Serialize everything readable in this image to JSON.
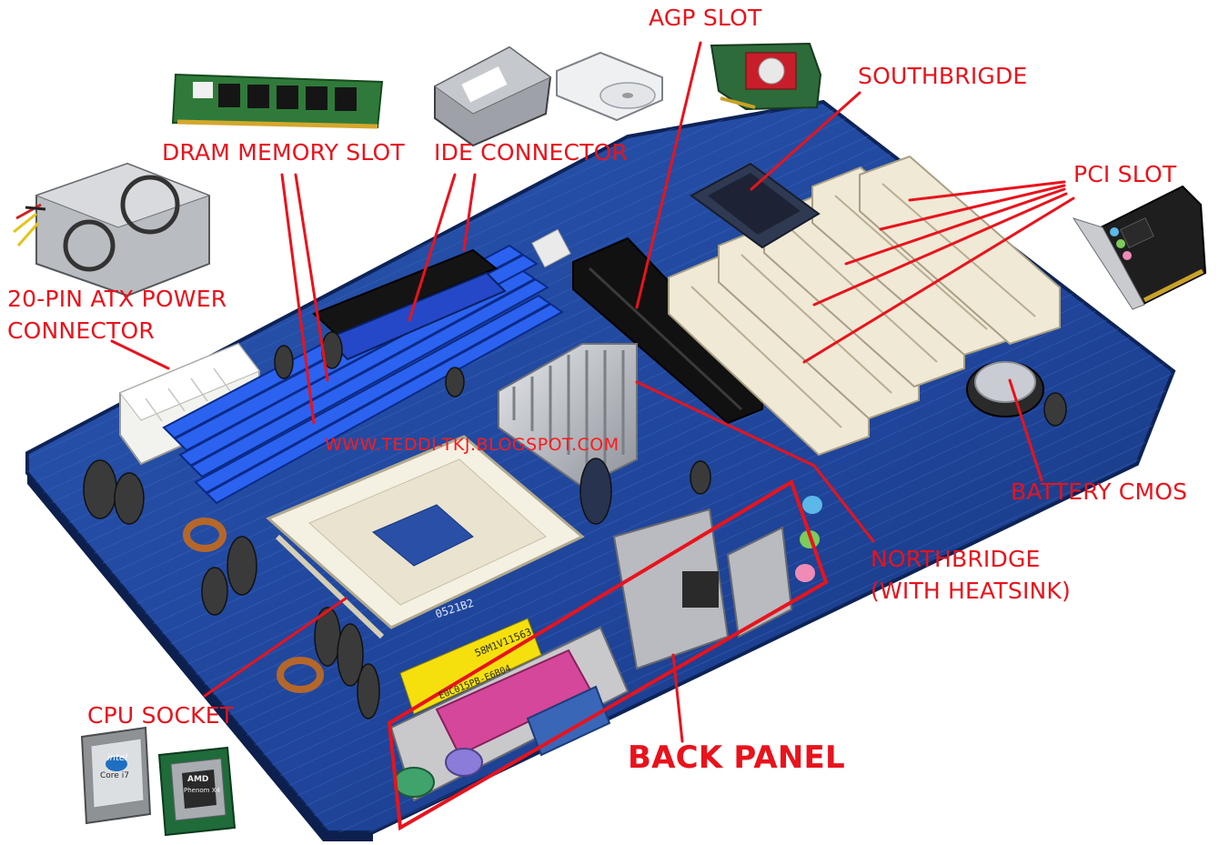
{
  "labels": {
    "agp_slot": "AGP SLOT",
    "southbridge": "SOUTHBRIGDE",
    "dram_memory_slot": "DRAM MEMORY SLOT",
    "ide_connector": "IDE CONNECTOR",
    "pci_slot": "PCI SLOT",
    "atx_power_line1": "20-PIN ATX POWER",
    "atx_power_line2": "CONNECTOR",
    "battery_cmos": "BATTERY CMOS",
    "northbridge_line1": "NORTHBRIDGE",
    "northbridge_line2": "(WITH HEATSINK)",
    "cpu_socket": "CPU SOCKET",
    "back_panel": "BACK PANEL"
  },
  "watermark": "WWW.TEDDI-TKJ.BLOGSPOT.COM",
  "board_silkscreen": {
    "socket_code": "0521B2",
    "sticker_top": "58M1V11563",
    "sticker_bottom": "E0C015PB-E6B04",
    "cpu_intel_brand": "intel",
    "cpu_intel_model": "Core i7",
    "cpu_amd_brand": "AMD",
    "cpu_amd_model": "Phenom X4"
  },
  "colors": {
    "label_red": "#e8131c",
    "board_blue": "#1f3f8f",
    "board_dark": "#122a66",
    "slot_blue": "#1e4fd6",
    "slot_white": "#efe9d6",
    "heatsink": "#b9bcc2",
    "back_panel_box": "#e8131c"
  }
}
